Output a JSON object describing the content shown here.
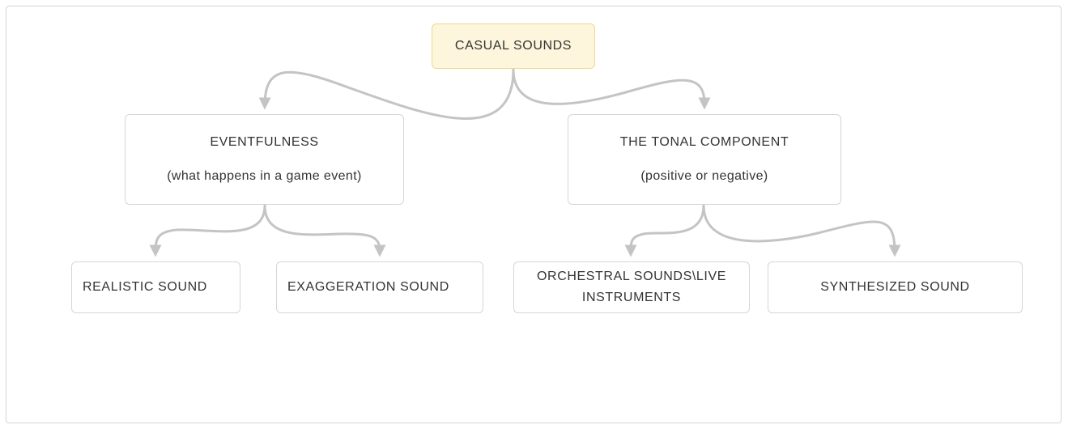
{
  "diagram": {
    "root": {
      "label": "CASUAL SOUNDS"
    },
    "nodes": [
      {
        "id": "eventfulness",
        "title": "EVENTFULNESS",
        "subtitle": "(what happens in a game event)"
      },
      {
        "id": "tonal",
        "title": "THE TONAL COMPONENT",
        "subtitle": "(positive or negative)"
      },
      {
        "id": "realistic",
        "title": "REALISTIC SOUND"
      },
      {
        "id": "exaggeration",
        "title": "EXAGGERATION SOUND"
      },
      {
        "id": "orchestral",
        "title": "ORCHESTRAL SOUNDS\\LIVE INSTRUMENTS"
      },
      {
        "id": "synthesized",
        "title": "SYNTHESIZED SOUND"
      }
    ],
    "colors": {
      "root_fill": "#fdf6dd",
      "root_border": "#f0d88c",
      "node_border": "#d6d6d6",
      "connector": "#c4c4c4",
      "text": "#333333"
    }
  }
}
